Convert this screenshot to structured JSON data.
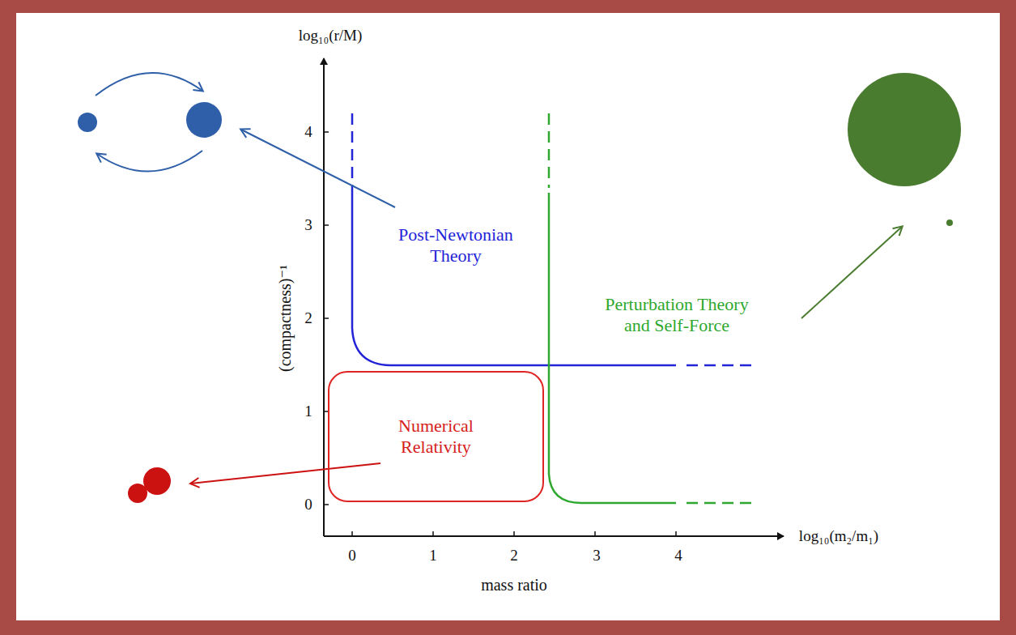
{
  "diagram": {
    "nodes": [
      {
        "text": [
          "Numerical Relativity"
        ]
      }
    ],
    "labels": [
      "log₁₀(r/M)",
      "(compactness)⁻¹",
      "4",
      "3",
      "2",
      "1",
      "0",
      "0",
      "1",
      "2",
      "3",
      "4",
      "log₁₀(m₂/m₁)",
      "mass ratio",
      "Post-Newtonian Theory",
      "Perturbation Theory and Self-Force"
    ]
  }
}
